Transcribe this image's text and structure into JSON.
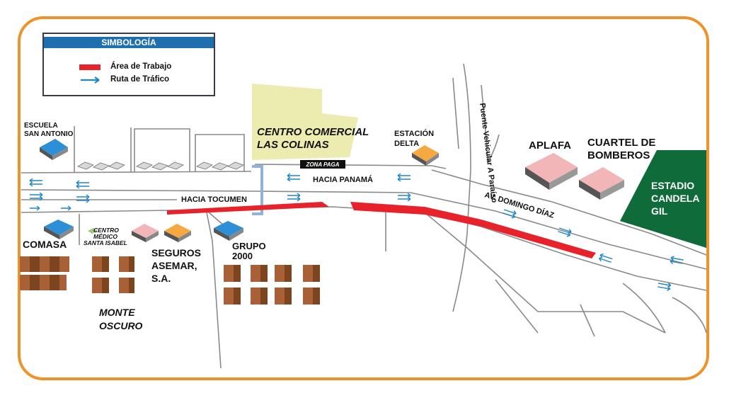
{
  "legend": {
    "title": "SIMBOLOGÍA",
    "items": [
      {
        "label": "Área de Trabajo",
        "symbol": "red-bar",
        "color": "#e8222b"
      },
      {
        "label": "Ruta de Tráfico",
        "symbol": "blue-arrow",
        "color": "#1f86c7"
      }
    ]
  },
  "labels": {
    "escuela": [
      "ESCUELA",
      "SAN ANTONIO"
    ],
    "centro_comercial": [
      "CENTRO COMERCIAL",
      "LAS COLINAS"
    ],
    "zona_paga": "ZONA PAGA",
    "estacion": [
      "ESTACIÓN",
      "DELTA"
    ],
    "puente": "Puente Vehicular  A Paraíso",
    "aplafa": "APLAFA",
    "cuartel": [
      "CUARTEL DE",
      "BOMBEROS"
    ],
    "estadio": [
      "ESTADIO",
      "CANDELA",
      "GIL"
    ],
    "hacia_panama": "HACIA PANAMÁ",
    "hacia_tocumen": "HACIA TOCUMEN",
    "av_domingo": "AV. DOMINGO DÍAZ",
    "comasa": "COMASA",
    "centro_medico": [
      "CENTRO",
      "MÉDICO",
      "SANTA ISABEL"
    ],
    "seguros": [
      "SEGUROS",
      "ASEMAR,",
      "S.A."
    ],
    "grupo": [
      "GRUPO",
      "2000"
    ],
    "monte": [
      "MONTE",
      "OSCURO"
    ]
  },
  "colors": {
    "frame": "#f0922b",
    "work_area": "#e8222b",
    "traffic": "#1f86c7",
    "mall": "#ecebb0",
    "stadium": "#0f6b3a",
    "building_pink": "#f3b6b8",
    "building_orange": "#f7a941",
    "building_blue": "#2d8fd6",
    "houses": "#a86137"
  }
}
